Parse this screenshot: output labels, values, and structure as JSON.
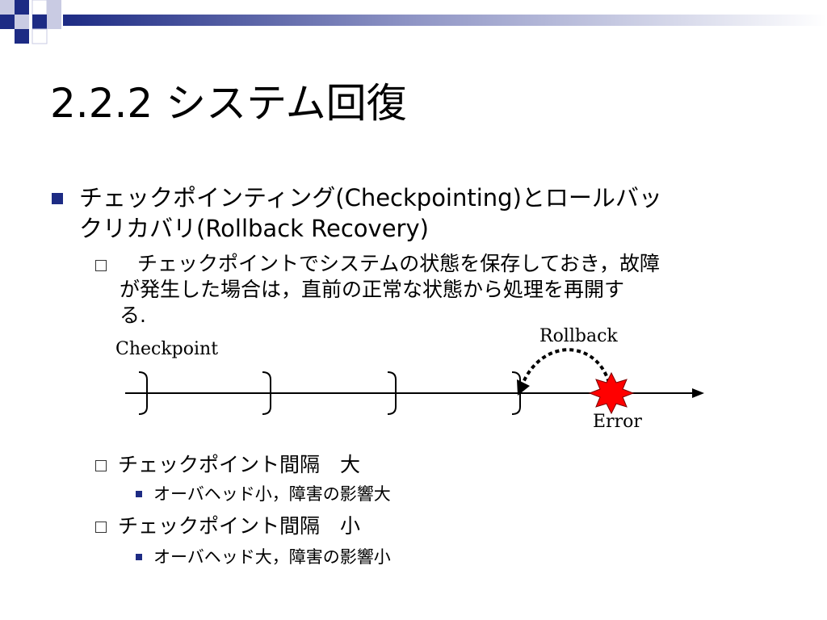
{
  "slide": {
    "title": "2.2.2 システム回復",
    "bullet1": {
      "line1": "チェックポインティング(Checkpointing)とロールバッ",
      "line2": "クリカバリ(Rollback Recovery)"
    },
    "sub1": {
      "line1": "チェックポイントでシステムの状態を保存しておき，故障",
      "line2": "が発生した場合は，直前の正常な状態から処理を再開す",
      "line3": "る."
    },
    "diagram": {
      "checkpoint_label": "Checkpoint",
      "rollback_label": "Rollback",
      "error_label": "Error"
    },
    "sub2": {
      "label": "チェックポイント間隔　大",
      "detail": "オーバヘッド小，障害の影響大"
    },
    "sub3": {
      "label": "チェックポイント間隔　小",
      "detail": "オーバヘッド大，障害の影響小"
    }
  },
  "colors": {
    "accent_blue": "#1d2b84",
    "error_red": "#ff0000"
  },
  "icons": {
    "corner_decoration": "pixel-squares-decoration",
    "level1_bullet": "square-bullet-icon",
    "level2_bullet": "hollow-square-bullet-icon",
    "level3_bullet": "small-square-bullet-icon",
    "error_marker": "explosion-star-icon"
  }
}
